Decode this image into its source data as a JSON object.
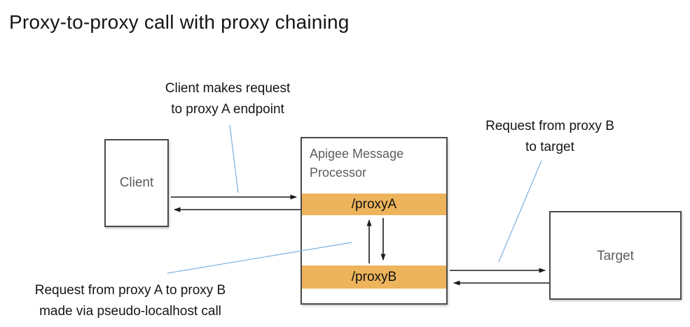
{
  "title": "Proxy-to-proxy call with proxy chaining",
  "colors": {
    "bar": "#EDB45C",
    "blue_line": "#7EB0E0",
    "border": "#4A4A4A",
    "box_text": "#5C5C5C",
    "ink": "#151515"
  },
  "annotations": {
    "client_request": {
      "line1": "Client makes request",
      "line2": "to proxy A endpoint"
    },
    "proxy_b_to_target": {
      "line1": "Request from proxy B",
      "line2": "to target"
    },
    "proxy_a_to_b": {
      "line1": "Request from proxy A to proxy B",
      "line2": "made via pseudo-localhost call"
    }
  },
  "nodes": {
    "client": {
      "label": "Client"
    },
    "processor": {
      "title_line1": "Apigee Message",
      "title_line2": "Processor",
      "proxy_a": "/proxyA",
      "proxy_b": "/proxyB"
    },
    "target": {
      "label": "Target"
    }
  }
}
